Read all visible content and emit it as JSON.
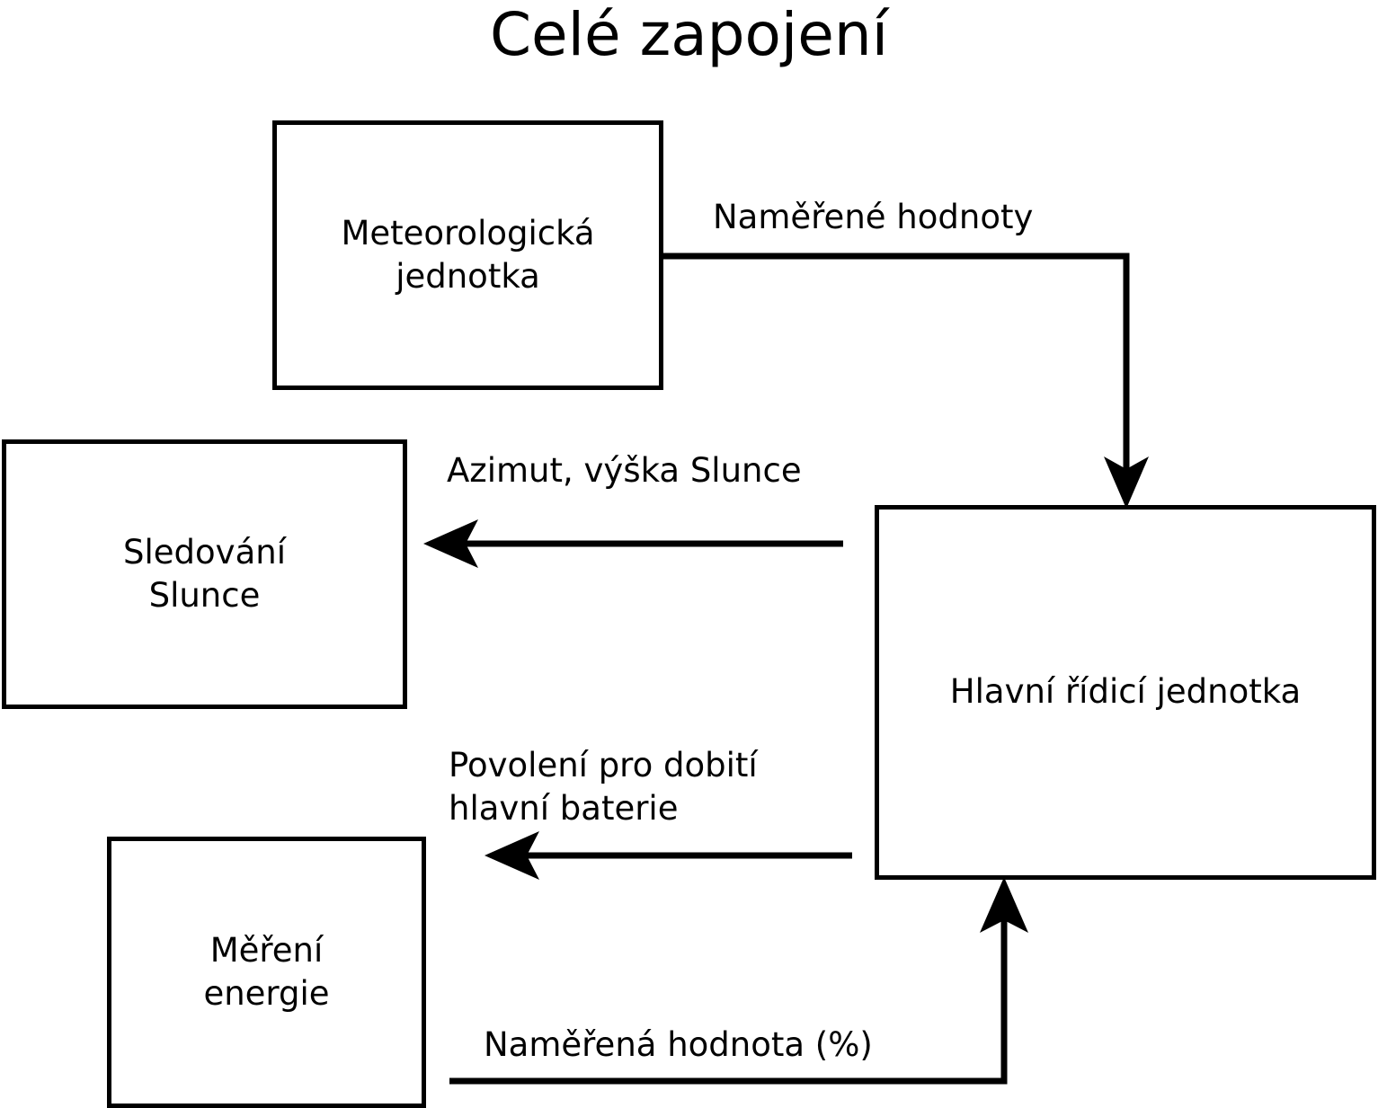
{
  "title": "Celé zapojení",
  "colors": {
    "stroke": "#000000",
    "background": "#ffffff",
    "text": "#000000"
  },
  "nodes": [
    {
      "id": "meteo",
      "label": "Meteorologická\njednotka"
    },
    {
      "id": "sun",
      "label": "Sledování\nSlunce"
    },
    {
      "id": "main",
      "label": "Hlavní řídicí jednotka"
    },
    {
      "id": "energy",
      "label": "Měření\nenergie"
    }
  ],
  "edges": [
    {
      "id": "measured-values",
      "from": "meteo",
      "to": "main",
      "label": "Naměřené hodnoty",
      "direction": "down"
    },
    {
      "id": "azimuth",
      "from": "main",
      "to": "sun",
      "label": "Azimut, výška Slunce",
      "direction": "left"
    },
    {
      "id": "charge-permission",
      "from": "main",
      "to": "energy",
      "label": "Povolení pro dobití\nhlavní baterie",
      "direction": "left"
    },
    {
      "id": "measured-percent",
      "from": "energy",
      "to": "main",
      "label": "Naměřená hodnota (%)",
      "direction": "up"
    }
  ]
}
